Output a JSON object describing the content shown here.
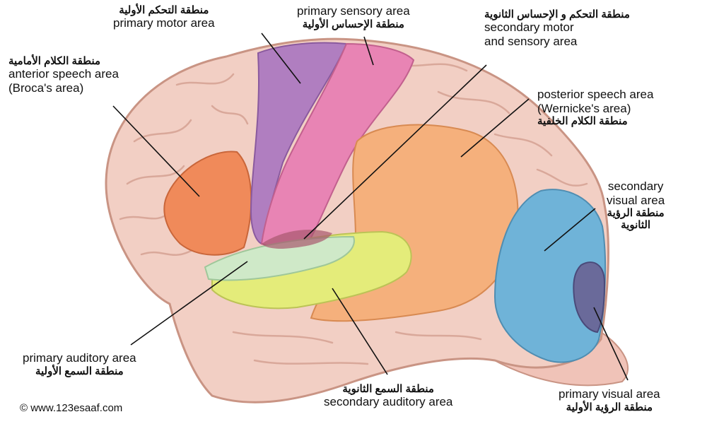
{
  "labels": {
    "primary_motor": {
      "ar": "منطقة التحكم الأولية",
      "en": "primary motor area"
    },
    "primary_sensory": {
      "en": "primary sensory area",
      "ar": "منطقة الإحساس الأولية"
    },
    "secondary_motor_sensory": {
      "ar": "منطقة التحكم و الإحساس الثانوية",
      "en_line1": "secondary motor",
      "en_line2": "and sensory area"
    },
    "anterior_speech": {
      "ar": "منطقة الكلام الأمامية",
      "en_line1": "anterior speech area",
      "en_line2": "(Broca's area)"
    },
    "posterior_speech": {
      "en_line1": "posterior speech area",
      "en_line2": "(Wernicke's area)",
      "ar": "منطقة الكلام الخلفية"
    },
    "secondary_visual": {
      "en_line1": "secondary",
      "en_line2": "visual area",
      "ar_line1": "منطقة الرؤية",
      "ar_line2": "الثانوية"
    },
    "primary_auditory": {
      "en": "primary auditory area",
      "ar": "منطقة السمع الأولية"
    },
    "secondary_auditory": {
      "ar": "منطقة السمع الثانوية",
      "en": "secondary auditory area"
    },
    "primary_visual": {
      "en": "primary visual area",
      "ar": "منطقة الرؤية الأولية"
    }
  },
  "credit": "© www.123esaaf.com",
  "colors": {
    "brain": "#f2cfc4",
    "brain_shadow": "#d9a89a",
    "motor": "#b07ec0",
    "sensory": "#e884b4",
    "broca": "#f08a5a",
    "wernicke": "#f5b07c",
    "primary_auditory": "#cfe9c8",
    "secondary_auditory": "#e4ec7a",
    "secondary_visual": "#6fb3d8",
    "primary_visual": "#6a6a9a",
    "cerebellum": "#f0c3b8"
  }
}
